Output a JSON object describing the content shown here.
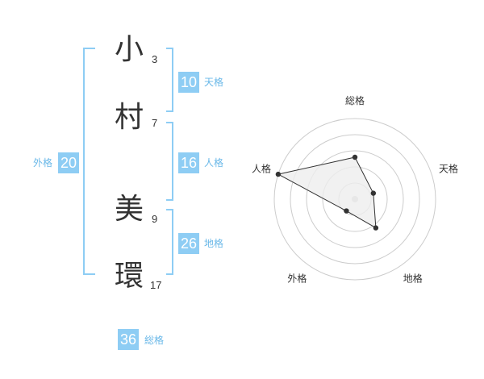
{
  "name": {
    "characters": [
      {
        "char": "小",
        "strokes": "3"
      },
      {
        "char": "村",
        "strokes": "7"
      },
      {
        "char": "美",
        "strokes": "9"
      },
      {
        "char": "環",
        "strokes": "17"
      }
    ]
  },
  "fortunes": {
    "tenkaku": {
      "value": "10",
      "label": "天格"
    },
    "jinkaku": {
      "value": "16",
      "label": "人格"
    },
    "chikaku": {
      "value": "26",
      "label": "地格"
    },
    "gaikaku": {
      "value": "20",
      "label": "外格"
    },
    "soukaku": {
      "value": "36",
      "label": "総格"
    }
  },
  "colors": {
    "accent": "#8ecdf4",
    "accent_text": "#6ab8e8",
    "kanji": "#333333",
    "ring": "#cccccc",
    "poly_fill": "#eeeeee"
  },
  "chart_data": {
    "type": "radar",
    "axes": [
      "総格",
      "天格",
      "地格",
      "外格",
      "人格"
    ],
    "rings": 5,
    "values": [
      2.6,
      1.2,
      2.2,
      0.9,
      5.0
    ],
    "max": 5
  }
}
